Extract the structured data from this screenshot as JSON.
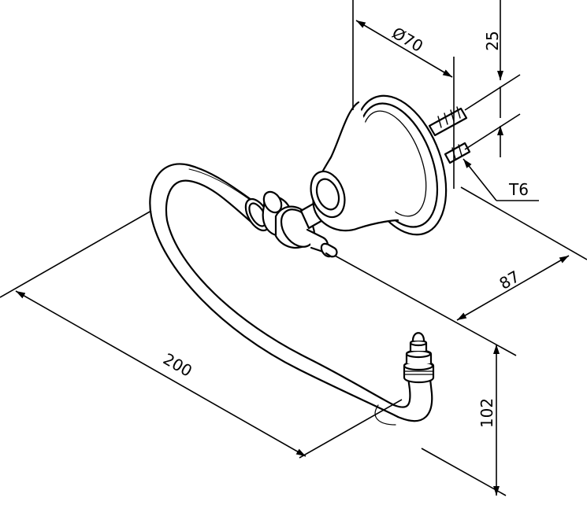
{
  "drawing": {
    "stroke_color": "#000000",
    "background_color": "#ffffff",
    "dimensions": {
      "diameter": "Ø70",
      "plate_offset": "25",
      "screw": "T6",
      "depth": "87",
      "width": "200",
      "height": "102"
    }
  }
}
